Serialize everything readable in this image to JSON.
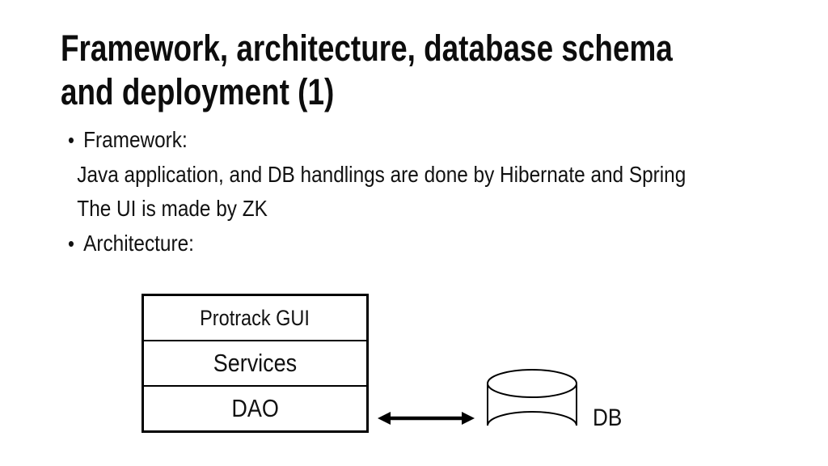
{
  "slide": {
    "title": {
      "line1": "Framework, architecture, database schema",
      "line2": "and deployment (1)"
    },
    "bullet_char": "•",
    "bullets": [
      {
        "type": "bullet",
        "text": "Framework:"
      },
      {
        "type": "sub",
        "text": "Java application, and DB handlings are done by Hibernate and Spring"
      },
      {
        "type": "sub",
        "text": "The UI is made by ZK"
      },
      {
        "type": "bullet",
        "text": "Architecture:"
      }
    ],
    "diagram": {
      "stack_layers": [
        "Protrack GUI",
        "Services",
        "DAO"
      ],
      "db_label": "DB",
      "connector": "double-headed-arrow"
    },
    "colors": {
      "background": "#ffffff",
      "text": "#0d0d0d",
      "line": "#000000"
    }
  }
}
